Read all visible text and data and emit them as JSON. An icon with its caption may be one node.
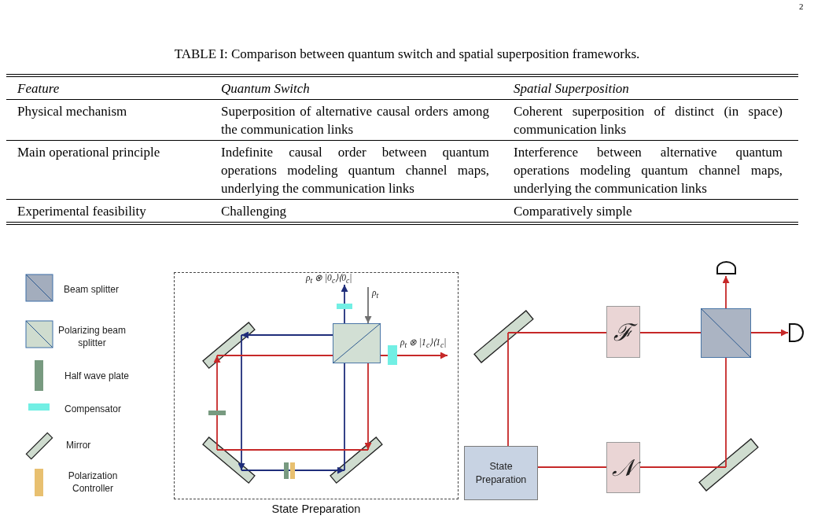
{
  "diagram": {
    "title": "TABLE I: Comparison between quantum switch and spatial superposition frameworks.",
    "nodes": [
      {
        "text": [
          "State Preparation"
        ]
      },
      {
        "text": [],
        "shape": "box",
        "in": 0
      },
      {
        "text": [],
        "shape": "mirror",
        "in": 0
      },
      {
        "text": [],
        "shape": "mirror",
        "in": 0
      },
      {
        "text": [],
        "shape": "mirror",
        "in": 0
      },
      {
        "text": [],
        "shape": "mirror"
      },
      {
        "text": [
          "State Preparation"
        ]
      },
      {
        "text": [
          "ℱ"
        ]
      },
      {
        "text": [
          "𝒩"
        ]
      },
      {
        "text": [],
        "shape": "box"
      },
      {
        "text": [],
        "shape": "mirror"
      },
      {
        "text": [],
        "shape": "detector"
      },
      {
        "text": [],
        "shape": "detector"
      }
    ],
    "edges": [
      {
        "from": null,
        "to": 1,
        "arrow": "to",
        "label": "ρ$_{t}$",
        "color": "#707070"
      },
      {
        "from": 1,
        "to": 2,
        "arrow": "to",
        "color": "#1f2d7a"
      },
      {
        "from": 2,
        "to": 3,
        "arrow": "to",
        "color": "#1f2d7a"
      },
      {
        "from": 3,
        "to": 4,
        "arrow": "to",
        "color": "#1f2d7a"
      },
      {
        "from": 4,
        "to": 1,
        "arrow": "none",
        "color": "#1f2d7a"
      },
      {
        "from": 1,
        "to": null,
        "arrow": "to",
        "label": "ρ$_{t}$ ⊗ |0$_{c}$⟩⟨0$_{c}$|",
        "color": "#1f2d7a"
      },
      {
        "from": 1,
        "to": 4,
        "arrow": "to"
      },
      {
        "from": 4,
        "to": 3,
        "arrow": "none"
      },
      {
        "from": 3,
        "to": 2,
        "arrow": "to"
      },
      {
        "from": 2,
        "to": 1,
        "arrow": "none"
      },
      {
        "from": 1,
        "to": null,
        "arrow": "to",
        "label": "ρ$_{t}$ ⊗ |1$_{c}$⟩⟨1$_{c}$|"
      },
      {
        "from": 6,
        "to": 5,
        "arrow": "none"
      },
      {
        "from": 5,
        "to": 7,
        "arrow": "none"
      },
      {
        "from": 7,
        "to": 9,
        "arrow": "none"
      },
      {
        "from": 9,
        "to": 12,
        "arrow": "to"
      },
      {
        "from": 6,
        "to": 8,
        "arrow": "none"
      },
      {
        "from": 8,
        "to": 10,
        "arrow": "none"
      },
      {
        "from": 10,
        "to": 9,
        "arrow": "none"
      },
      {
        "from": 9,
        "to": 11,
        "arrow": "to"
      }
    ],
    "labels": [
      "2",
      "Feature",
      "Quantum Switch",
      "Spatial Superposition",
      "Physical mechanism",
      "Superposition of alternative causal orders among the communication links",
      "Coherent superposition of distinct (in space) communication links",
      "Main operational principle",
      "Indefinite causal order between quantum operations modeling quantum channel maps, underlying the communication links",
      "Interference between alternative quantum operations modeling quantum channel maps, underlying the communication links",
      "Experimental feasibility",
      "Challenging",
      "Comparatively simple"
    ],
    "legend": [
      {
        "text": "Beam splitter"
      },
      {
        "text": "Polarizing beam splitter"
      },
      {
        "text": "Half wave plate"
      },
      {
        "text": "Compensator"
      },
      {
        "text": "Mirror"
      },
      {
        "text": "Polarization Controller"
      }
    ]
  }
}
